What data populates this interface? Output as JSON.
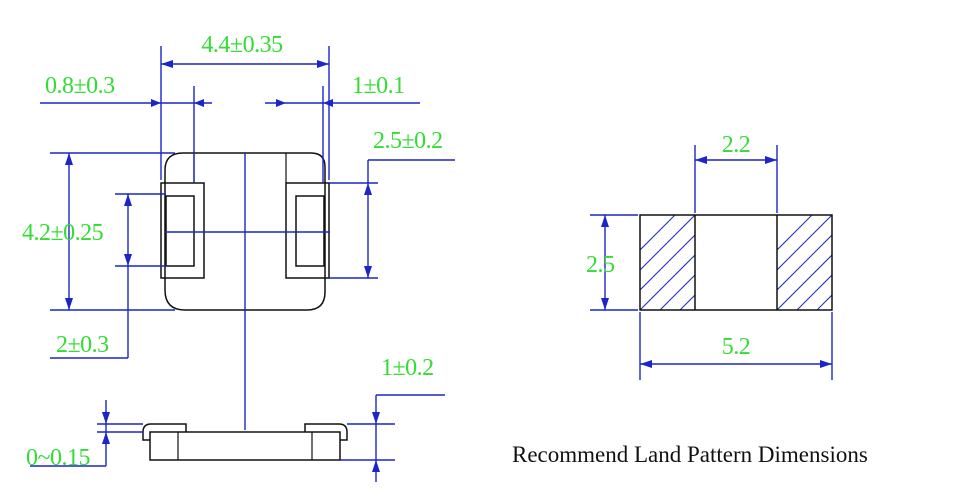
{
  "colors": {
    "dimension_line": "#1b25c8",
    "dimension_text": "#33dd33",
    "outline": "#111111",
    "background": "#ffffff"
  },
  "top_view": {
    "overall_width": "4.4±0.35",
    "left_terminal_offset": "0.8±0.3",
    "right_terminal_width": "1±0.1",
    "terminal_height": "2.5±0.2",
    "overall_height": "4.2±0.25",
    "terminal_gap": "2±0.3"
  },
  "side_view": {
    "terminal_thickness": "1±0.2",
    "standoff": "0~0.15"
  },
  "land_pattern": {
    "pad_gap": "2.2",
    "pad_height": "2.5",
    "total_width": "5.2",
    "caption": "Recommend Land Pattern Dimensions"
  }
}
